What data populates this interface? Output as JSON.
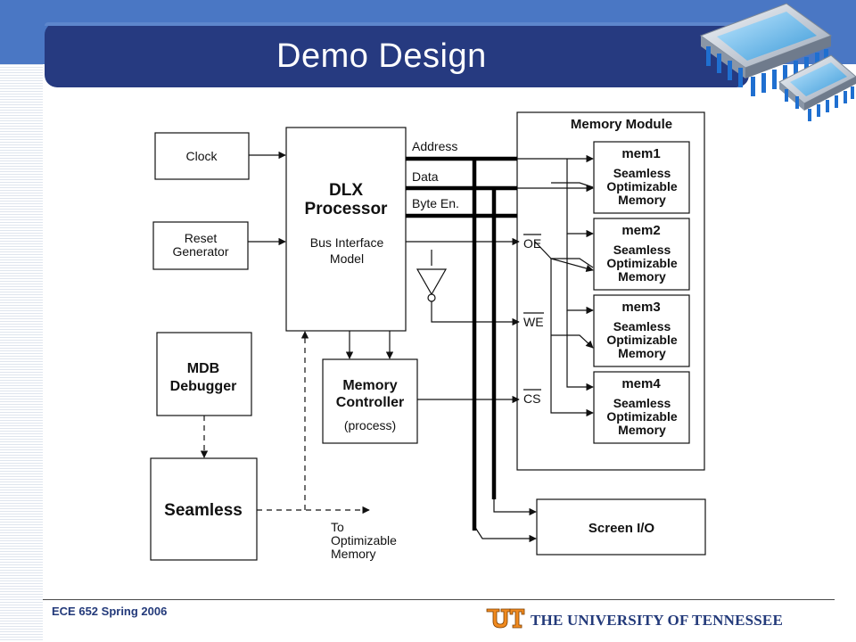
{
  "slide": {
    "title": "Demo Design",
    "footer_left": "ECE 652 Spring 2006",
    "footer_right": "THE UNIVERSITY OF TENNESSEE"
  },
  "diagram": {
    "clock": "Clock",
    "reset_line1": "Reset",
    "reset_line2": "Generator",
    "mdb_line1": "MDB",
    "mdb_line2": "Debugger",
    "seamless": "Seamless",
    "to_line1": "To",
    "to_line2": "Optimizable",
    "to_line3": "Memory",
    "dlx_line1": "DLX",
    "dlx_line2": "Processor",
    "bus_line1": "Bus Interface",
    "bus_line2": "Model",
    "memctrl_line1": "Memory",
    "memctrl_line2": "Controller",
    "memctrl_line3": "(process)",
    "bus_address": "Address",
    "bus_data": "Data",
    "bus_byte_en": "Byte En.",
    "sig_oe": "OE",
    "sig_we": "WE",
    "sig_cs": "CS",
    "memory_module": "Memory Module",
    "mem1_name": "mem1",
    "mem2_name": "mem2",
    "mem3_name": "mem3",
    "mem4_name": "mem4",
    "mem_desc_line1": "Seamless",
    "mem_desc_line2": "Optimizable",
    "mem_desc_line3": "Memory",
    "screen_io": "Screen I/O"
  }
}
